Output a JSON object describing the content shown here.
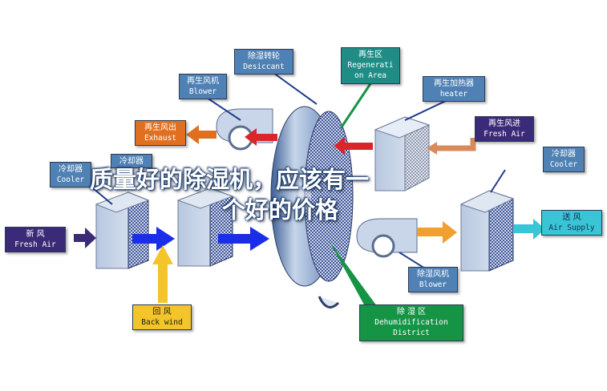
{
  "labels": {
    "desiccant": {
      "cn": "除湿转轮",
      "en": "Desiccant"
    },
    "regen_area": {
      "cn": "再生区",
      "en1": "Regenerati",
      "en2": "on Area"
    },
    "regen_blower": {
      "cn": "再生风机",
      "en": "Blower"
    },
    "regen_heater": {
      "cn": "再生加热器",
      "en": "heater"
    },
    "regen_exhaust": {
      "cn": "再生风出",
      "en": "Exhaust"
    },
    "regen_fresh": {
      "cn": "再生风进",
      "en": "Fresh Air"
    },
    "cooler_left": {
      "cn": "冷却器",
      "en": "Cooler"
    },
    "cooler_mid": {
      "cn": "冷却器"
    },
    "cooler_right": {
      "cn": "冷却器",
      "en": "Cooler"
    },
    "fresh_air": {
      "cn": "新  风",
      "en": "Fresh Air"
    },
    "air_supply": {
      "cn": "送  风",
      "en": "Air Supply"
    },
    "back_wind": {
      "cn": "回  风",
      "en": "Back wind"
    },
    "dehum_blower": {
      "cn": "除湿风机",
      "en": "Blower"
    },
    "dehum_district": {
      "cn": "除  湿  区",
      "en1": "Dehumidification",
      "en2": "District"
    }
  },
  "overlay": {
    "line1": "质量好的除湿机，应该有一",
    "line2": "个好的价格"
  },
  "colors": {
    "steel": "#4f81b5",
    "orange": "#e0701f",
    "purple": "#3b2a78",
    "cyan": "#39c5d6",
    "yellow": "#f3c52a",
    "green": "#159445",
    "blue_arrow": "#1a2ee8",
    "red_arrow": "#d9262b"
  }
}
